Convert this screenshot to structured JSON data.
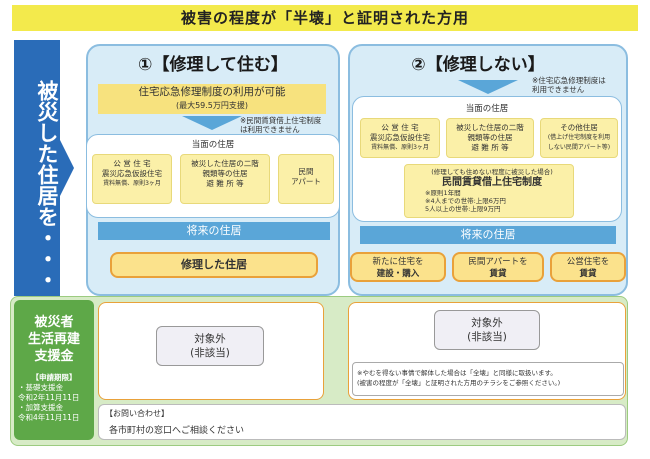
{
  "title": "被害の程度が「半壊」と証明された方用",
  "left_label": "被災した住居を・・・",
  "col1": {
    "heading": "①【修理して住む】",
    "yellow_line1": "住宅応急修理制度の利用が可能",
    "yellow_line2": "(最大59.5万円支援)",
    "note": "※民間賃貸借上住宅制度\n は利用できません",
    "panel_title": "当面の住居",
    "box1_title": "公 営 住 宅\n震災応急仮設住宅",
    "box1_small": "賃料無償、原則3ヶ月",
    "box2": "被災した住居の二階\n親類等の住居\n避 難 所 等",
    "box3": "民間\nアパート",
    "future": "将来の住居",
    "result": "修理した住居",
    "eligibility_line1": "対象外",
    "eligibility_line2": "(非該当)"
  },
  "col2": {
    "heading": "②【修理しない】",
    "note": "※住宅応急修理制度は\n 利用できません",
    "panel_title": "当面の住居",
    "box1_title": "公 営 住 宅\n震災応急仮設住宅",
    "box1_small": "賃料無償、原則3ヶ月",
    "box2": "被災した住居の二階\n親類等の住居\n避 難 所 等",
    "box3_title": "その他住居",
    "box3_small": "(借上げ住宅制度を利用\nしない民間アパート等)",
    "subbox_intro": "(修理しても住めない程度に被災した場合)",
    "subbox_title": "民間賃貸借上住宅制度",
    "subbox_lines": "※原則1年間\n※4人までの世帯:上限6万円\n 5人以上の世帯:上限9万円",
    "future": "将来の住居",
    "option1_line1": "新たに住宅を",
    "option1_line2": "建設・購入",
    "option2_line1": "民間アパートを",
    "option2_line2": "賃貸",
    "option3_line1": "公営住宅を",
    "option3_line2": "賃貸",
    "eligibility_line1": "対象外",
    "eligibility_line2": "(非該当)",
    "footnote_line1": "※やむを得ない事情で解体した場合は「全壊」と同様に取扱います。",
    "footnote_line2": "(被害の程度が「全壊」と証明された方用のチラシをご参照ください。)"
  },
  "support": {
    "title": "被災者\n生活再建\n支援金",
    "deadline_heading": "【申請期限】",
    "deadline_lines": "・基礎支援金\n令和2年11月11日\n・加算支援金\n令和4年11月11日"
  },
  "contact": {
    "heading": "【お問い合わせ】",
    "text": "各市町村の窓口へご相談ください"
  },
  "colors": {
    "title_bg": "#f3ea4c",
    "arrow_blue": "#2a6cb8",
    "light_blue": "#d8ecf7",
    "band_blue": "#5aa6d8",
    "green": "#5ea848",
    "orange": "#e9a13a"
  }
}
